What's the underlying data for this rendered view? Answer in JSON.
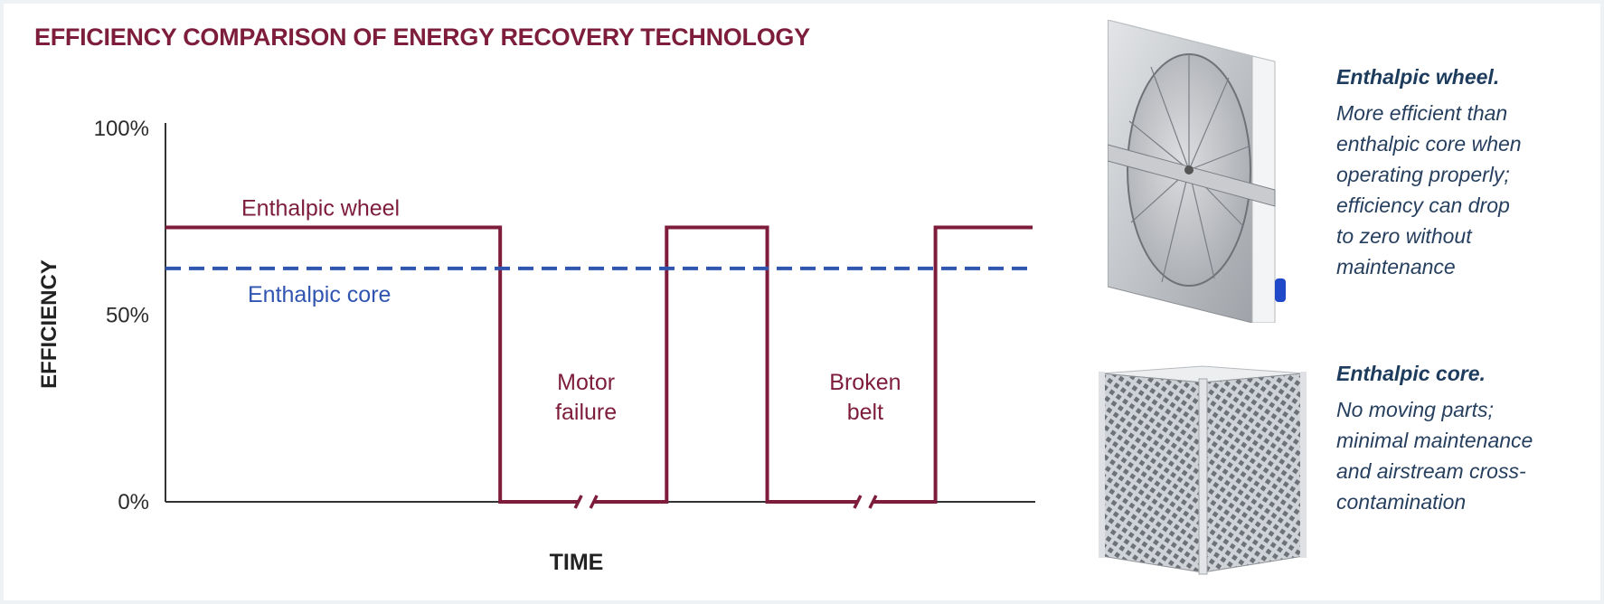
{
  "title": "EFFICIENCY COMPARISON OF ENERGY RECOVERY TECHNOLOGY",
  "colors": {
    "wheel": "#7d1d3b",
    "core": "#2f55b0",
    "axis": "#333333",
    "title": "#7d1d3b",
    "description": "#1d3b5c"
  },
  "chart_data": {
    "type": "line",
    "title": "EFFICIENCY COMPARISON OF ENERGY RECOVERY TECHNOLOGY",
    "xlabel": "TIME",
    "ylabel": "EFFICIENCY",
    "ylim": [
      0,
      100
    ],
    "yticks": [
      "0%",
      "50%",
      "100%"
    ],
    "ytick_values": [
      0,
      50,
      100
    ],
    "x_units": "relative time (no tick labels shown)",
    "xlim": [
      0,
      100
    ],
    "grid": false,
    "axis_breaks": [
      48.5,
      80.7
    ],
    "series": [
      {
        "name": "Enthalpic wheel",
        "style": "solid",
        "color": "#7d1d3b",
        "x": [
          0,
          38.6,
          38.6,
          57.8,
          57.8,
          69.4,
          69.4,
          88.8,
          88.8,
          100
        ],
        "y": [
          73.5,
          73.5,
          0,
          0,
          73.5,
          73.5,
          0,
          0,
          73.5,
          73.5
        ]
      },
      {
        "name": "Enthalpic core",
        "style": "dashed",
        "color": "#2f55b0",
        "x": [
          0,
          100
        ],
        "y": [
          62.5,
          62.5
        ]
      }
    ],
    "annotations": [
      {
        "lines": [
          "Motor",
          "failure"
        ],
        "x": 48.5,
        "y": 30
      },
      {
        "lines": [
          "Broken",
          "belt"
        ],
        "x": 80.7,
        "y": 30
      }
    ]
  },
  "descriptions": [
    {
      "title": "Enthalpic wheel.",
      "lines": [
        "More efficient than",
        "enthalpic core when",
        "operating properly;",
        "efficiency can drop",
        "to zero without",
        "maintenance"
      ]
    },
    {
      "title": "Enthalpic core.",
      "lines": [
        "No moving parts;",
        "minimal maintenance",
        "and airstream cross-",
        "contamination"
      ]
    }
  ]
}
